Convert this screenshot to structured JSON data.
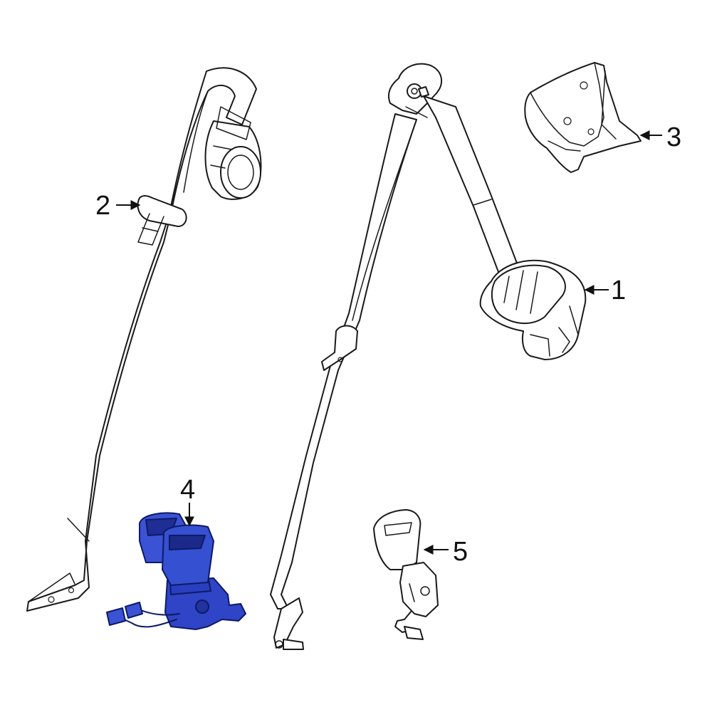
{
  "highlight_color": "#2a3fbf",
  "highlight_dark": "#1b2a99",
  "callouts": [
    {
      "label": "1",
      "part": "retractor-assembly"
    },
    {
      "label": "2",
      "part": "rear-belt-assembly"
    },
    {
      "label": "3",
      "part": "retractor-cover"
    },
    {
      "label": "4",
      "part": "buckle-assembly"
    },
    {
      "label": "5",
      "part": "buckle-assembly"
    }
  ]
}
